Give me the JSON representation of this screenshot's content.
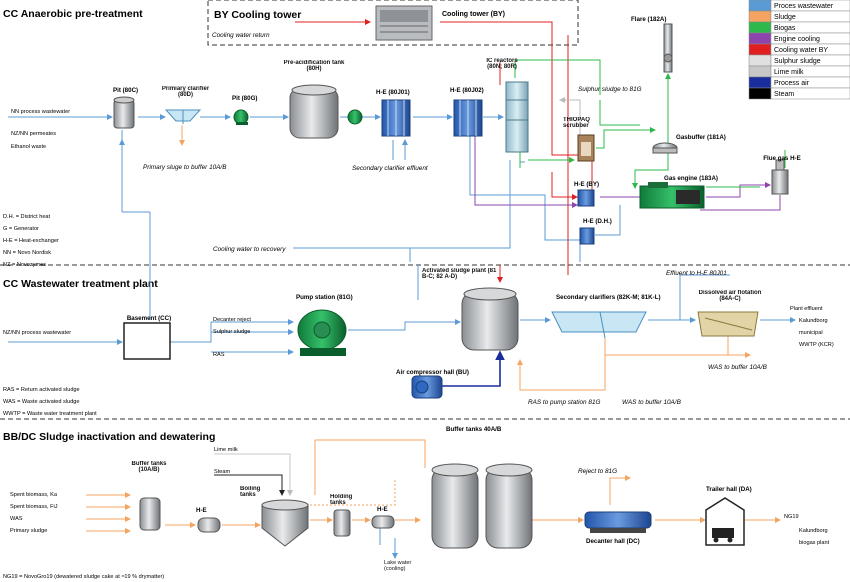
{
  "sections": {
    "anaerobic": "CC Anaerobic pre-treatment",
    "wastewater": "CC Wastewater treatment plant",
    "sludge": "BB/DC Sludge inactivation and dewatering"
  },
  "cooling_box": {
    "title": "BY Cooling tower",
    "return": "Cooling water return",
    "tower": "Cooling tower (BY)"
  },
  "legend": [
    {
      "label": "Proces wastewater",
      "color": "#5b9bd5"
    },
    {
      "label": "Sludge",
      "color": "#f4a460"
    },
    {
      "label": "Biogas",
      "color": "#2eb84b"
    },
    {
      "label": "Engine cooling",
      "color": "#8e44ad"
    },
    {
      "label": "Cooling water BY",
      "color": "#e02020"
    },
    {
      "label": "Sulphur sludge",
      "color": "#e0e0e0"
    },
    {
      "label": "Lime milk",
      "color": "#c8c8c8"
    },
    {
      "label": "Process air",
      "color": "#1a2d9c"
    },
    {
      "label": "Steam",
      "color": "#000000"
    }
  ],
  "anaerobic": {
    "inputs": [
      "NN process wastewater",
      "NZ/NN permeates",
      "Ethanol waste"
    ],
    "pit1": "Pit (80C)",
    "clarifier": "Primiary clarifier (80D)",
    "pit2": "Pit (80G)",
    "preacid": "Pre-acidification tank (80H)",
    "he1": "H-E (80J01)",
    "he2": "H-E (80J02)",
    "ic": "IC reactors (80N; 80R)",
    "flare": "Flare (182A)",
    "sulphur": "Sulphur sludge to 81G",
    "thiopaq": "THIOPAQ scrubber",
    "gasbuffer": "Gasbuffer (181A)",
    "flue": "Flue gas H-E",
    "heby": "H-E (BY)",
    "engine": "Gas engine (183A)",
    "hedh": "H-E (D.H.)",
    "primary_sludge": "Primary sluge to buffer 10A/B",
    "secondary_effluent": "Secondary clarifier effluent",
    "cooling_recovery": "Cooling water to recovery",
    "abbrev": [
      "D.H. = District heat",
      "G = Generator",
      "H-E = Heat-exchanger",
      "NN = Novo Nordisk",
      "NZ = Novozymes"
    ]
  },
  "wastewater": {
    "input": "NZ/NN process wastewater",
    "basement": "Basement (CC)",
    "basement_inputs": [
      "Decanter reject",
      "Sulphur sludge",
      "RAS"
    ],
    "pump": "Pump station (81G)",
    "activated": "Activated sludge plant (81 B-C; 82 A-D)",
    "secondary": "Secondary clarifiers (82K-M; 81K-L)",
    "effluent": "Effluent to H-E 80J01",
    "daf": "Dissolved air flotation (84A-C)",
    "plant_effluent": [
      "Plant effluent",
      "Kalundborg",
      "municipal",
      "WWTP (KCR)"
    ],
    "air": "Air compressor hall (BU)",
    "was_buffer": "WAS to buffer 10A/B",
    "ras_pump": "RAS to pump station 81G",
    "was_buffer2": "WAS to buffer 10A/B",
    "abbrev": [
      "RAS = Return activated sludge",
      "WAS = Waste activated sludge",
      "WWTP = Waste water treatment plant"
    ]
  },
  "sludge": {
    "inputs": [
      "Spent biomass, Ka",
      "Spent biomass, FiJ",
      "WAS",
      "Primary sludge"
    ],
    "buffer": "Buffer tanks (10A/B)",
    "he1": "H-E",
    "lime": "Lime milk",
    "steam": "Steam",
    "boiling": "Boiling tanks",
    "holding": "Holding tanks",
    "he2": "H-E",
    "lake": "Lake water (cooling)",
    "buffer40": "Buffer tanks 40A/B",
    "reject": "Reject to 81G",
    "decanter": "Decanter hall (DC)",
    "trailer": "Trailer hall (DA)",
    "ng19": "NG19",
    "biogas_plant": [
      "Kalundborg",
      "biogas plant"
    ],
    "footnote": "NG19 = NovoGro19 (dewatered sludge cake at ≈19 % drymatter)"
  }
}
